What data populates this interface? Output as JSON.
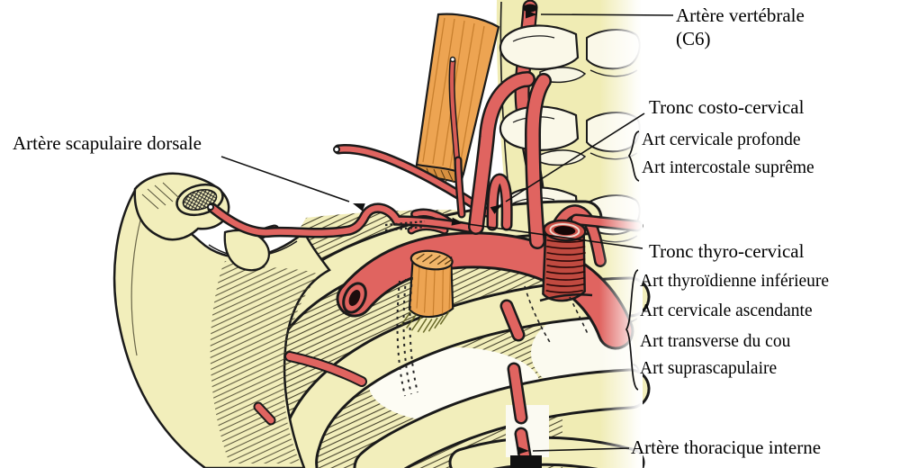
{
  "figure_type": "anatomical diagram of subclavian artery branches (French labels)",
  "colors": {
    "background": "#ffffff",
    "bone": "#f2eebb",
    "bone_pale": "#faf8e8",
    "artery": "#e06460",
    "artery_dark": "#c04a40",
    "muscle": "#eda452",
    "outline": "#1a1a1a",
    "text": "#000000"
  },
  "labels": {
    "vertebral_artery": {
      "text": "Artère vertébrale",
      "sub": "(C6)"
    },
    "costocervical": {
      "title": "Tronc costo-cervical",
      "branches": [
        "Art cervicale profonde",
        "Art intercostale suprême"
      ]
    },
    "dorsal_scapular": {
      "text": "Artère scapulaire dorsale"
    },
    "thyrocervical": {
      "title": "Tronc thyro-cervical",
      "branches": [
        "Art thyroïdienne inférieure",
        "Art cervicale ascendante",
        "Art transverse du cou",
        "Art suprascapulaire"
      ]
    },
    "internal_thoracic": {
      "text": "Artère thoracique interne"
    }
  }
}
